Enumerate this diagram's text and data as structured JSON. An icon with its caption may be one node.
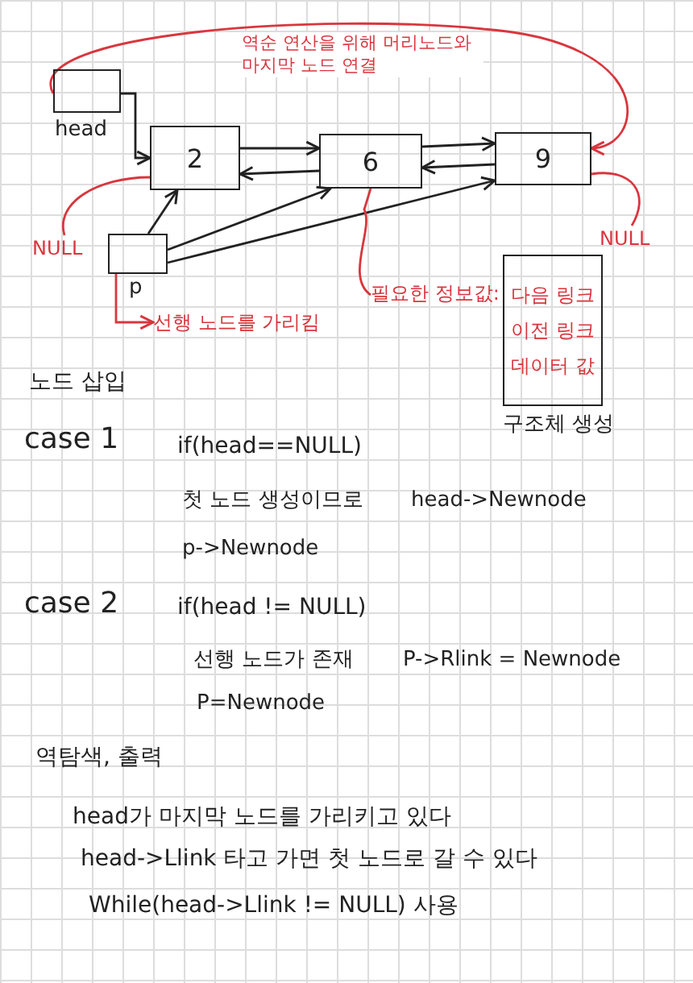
{
  "diagram": {
    "nodes": [
      {
        "text": [],
        "shape": "box",
        "beside": [
          "head"
        ]
      },
      {
        "text": [
          "2"
        ]
      },
      {
        "text": [
          "6"
        ]
      },
      {
        "text": [
          "9"
        ]
      },
      {
        "text": [],
        "shape": "box",
        "beside": [
          "p"
        ]
      },
      {
        "text": [
          "다음 링크 이전 링크 데이터 값"
        ],
        "beside": [
          "구조체 생성"
        ]
      },
      {
        "text": [
          "필요한 정보값:"
        ]
      },
      {
        "text": [
          "NULL"
        ]
      },
      {
        "text": [
          "NULL"
        ]
      },
      {
        "text": [
          "선행 노드를 가리킴"
        ]
      }
    ],
    "edges": [
      {
        "from": 0,
        "to": 1,
        "arrow": "to"
      },
      {
        "from": 1,
        "to": 2,
        "arrow": "to"
      },
      {
        "from": 2,
        "to": 1,
        "arrow": "to"
      },
      {
        "from": 2,
        "to": 3,
        "arrow": "to"
      },
      {
        "from": 3,
        "to": 2,
        "arrow": "to"
      },
      {
        "from": 4,
        "to": 1,
        "arrow": "to"
      },
      {
        "from": 4,
        "to": 2,
        "arrow": "to"
      },
      {
        "from": 4,
        "to": 3,
        "arrow": "to"
      },
      {
        "from": 0,
        "to": 3,
        "arrow": "to",
        "label": "역순 연산을 위해 머리노드와 마지막 노드 연결",
        "color": "#d9363e"
      },
      {
        "from": 6,
        "to": 2,
        "arrow": "none",
        "color": "#d9363e"
      },
      {
        "from": 7,
        "to": 1,
        "arrow": "none",
        "color": "#d9363e"
      },
      {
        "from": 8,
        "to": 3,
        "arrow": "none",
        "color": "#d9363e"
      },
      {
        "from": 4,
        "to": 9,
        "arrow": "to",
        "color": "#d9363e"
      }
    ],
    "labels": [
      "노드 삽입",
      "case 1",
      "if(head==NULL)",
      "첫 노드 생성이므로",
      "head->Newnode",
      "p->Newnode",
      "case 2",
      "if(head != NULL)",
      "선행 노드가 존재",
      "P->Rlink = Newnode",
      "P=Newnode",
      "역탐색, 출력",
      "head가 마지막 노드를 가리키고 있다",
      "head->Llink 타고 가면 첫 노드로 갈 수 있다",
      "While(head->Llink != NULL) 사용"
    ]
  }
}
